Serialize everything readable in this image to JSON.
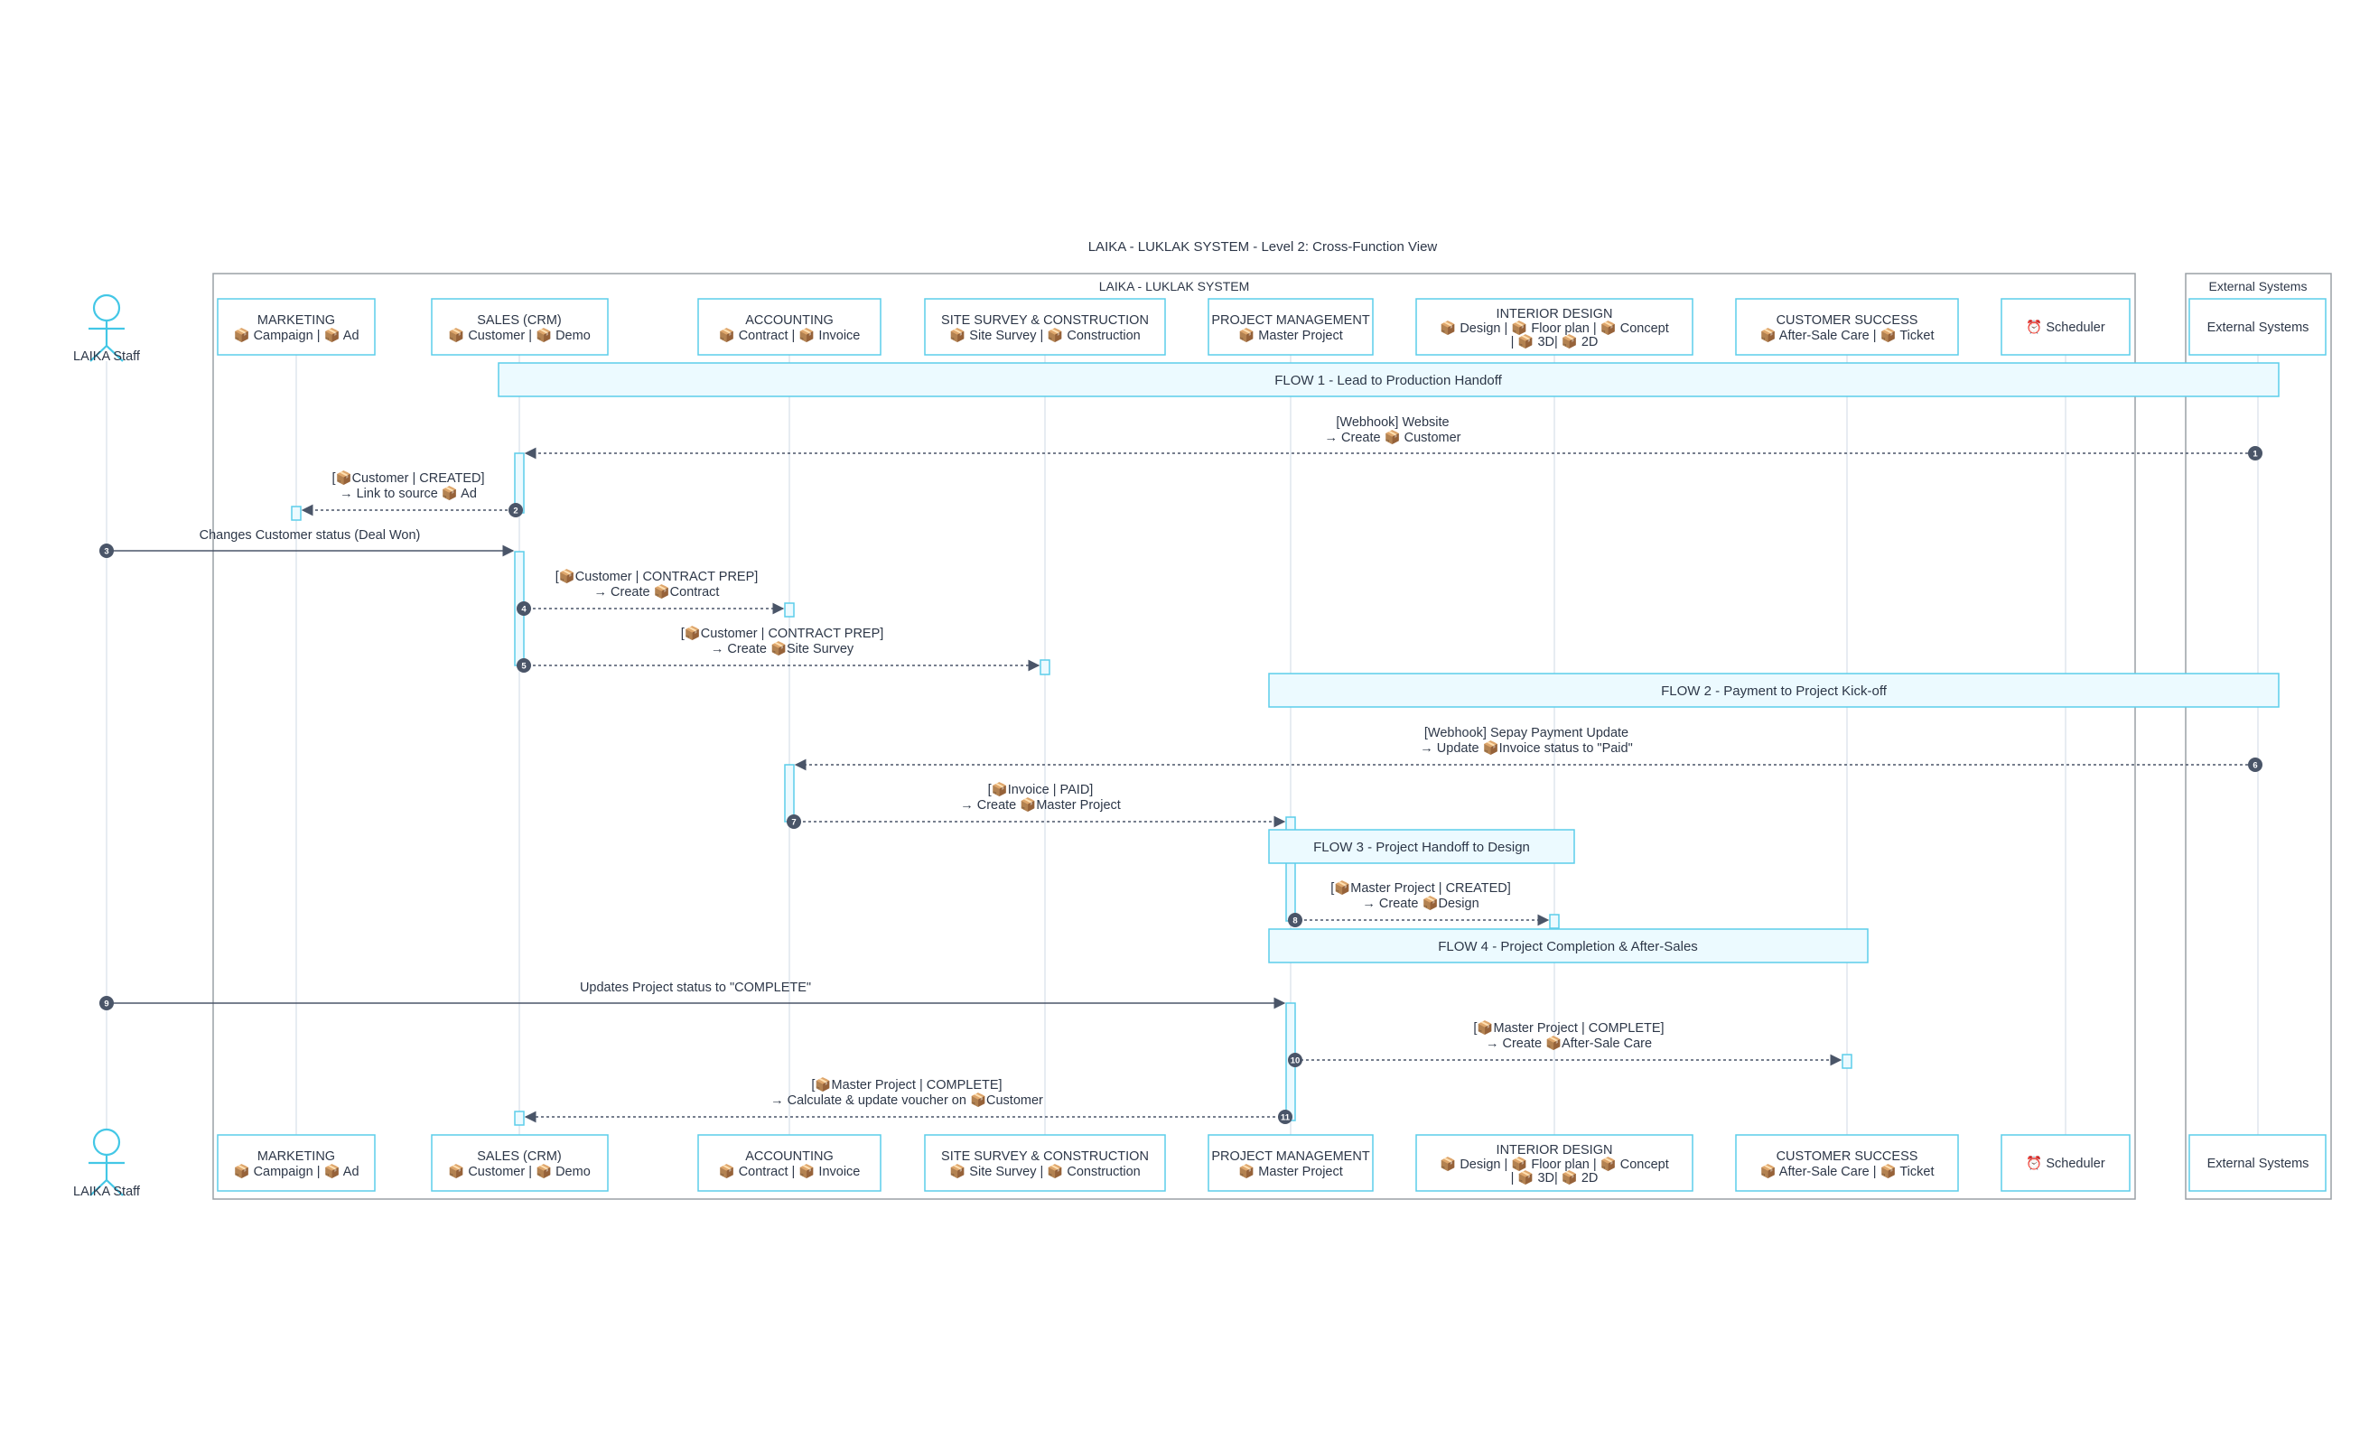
{
  "title": "LAIKA - LUKLAK SYSTEM - Level 2: Cross-Function View",
  "groups": {
    "system": "LAIKA - LUKLAK SYSTEM",
    "external": "External Systems"
  },
  "actor": {
    "label": "LAIKA Staff"
  },
  "participants": {
    "marketing": {
      "title": "MARKETING",
      "line1": "📦 Campaign | 📦 Ad"
    },
    "sales": {
      "title": "SALES (CRM)",
      "line1": "📦 Customer | 📦 Demo"
    },
    "accounting": {
      "title": "ACCOUNTING",
      "line1": "📦 Contract | 📦 Invoice"
    },
    "survey": {
      "title": "SITE SURVEY & CONSTRUCTION",
      "line1": "📦 Site Survey | 📦 Construction"
    },
    "pm": {
      "title": "PROJECT MANAGEMENT",
      "line1": "📦 Master Project"
    },
    "design": {
      "title": "INTERIOR DESIGN",
      "line1": "📦 Design | 📦 Floor plan | 📦 Concept",
      "line2": "| 📦 3D| 📦 2D"
    },
    "cs": {
      "title": "CUSTOMER SUCCESS",
      "line1": "📦 After-Sale Care | 📦 Ticket"
    },
    "scheduler": {
      "title": "⏰ Scheduler"
    },
    "external": {
      "title": "External Systems"
    }
  },
  "notes": {
    "flow1": "FLOW 1 - Lead to Production Handoff",
    "flow2": "FLOW 2 - Payment to Project Kick-off",
    "flow3": "FLOW 3 - Project Handoff to Design",
    "flow4": "FLOW 4 - Project Completion & After-Sales"
  },
  "messages": {
    "m1": {
      "seq": "1",
      "line1": "[Webhook] Website",
      "line2": "→ Create 📦 Customer"
    },
    "m2": {
      "seq": "2",
      "line1": "[📦Customer | CREATED]",
      "line2": "→ Link to source 📦 Ad"
    },
    "m3": {
      "seq": "3",
      "line1": "Changes Customer status (Deal Won)"
    },
    "m4": {
      "seq": "4",
      "line1": "[📦Customer | CONTRACT PREP]",
      "line2": "→ Create 📦Contract"
    },
    "m5": {
      "seq": "5",
      "line1": "[📦Customer | CONTRACT PREP]",
      "line2": "→ Create 📦Site Survey"
    },
    "m6": {
      "seq": "6",
      "line1": "[Webhook] Sepay Payment Update",
      "line2": "→ Update 📦Invoice status to \"Paid\""
    },
    "m7": {
      "seq": "7",
      "line1": "[📦Invoice | PAID]",
      "line2": "→ Create 📦Master Project"
    },
    "m8": {
      "seq": "8",
      "line1": "[📦Master Project | CREATED]",
      "line2": "→ Create 📦Design"
    },
    "m9": {
      "seq": "9",
      "line1": "Updates Project status to \"COMPLETE\""
    },
    "m10": {
      "seq": "10",
      "line1": "[📦Master Project | COMPLETE]",
      "line2": "→ Create 📦After-Sale Care"
    },
    "m11": {
      "seq": "11",
      "line1": "[📦Master Project | COMPLETE]",
      "line2": "→ Calculate & update voucher on 📦Customer"
    }
  },
  "colors": {
    "accent": "#5ccdea",
    "box_fill": "#ffffff",
    "note_fill": "#ecfaff",
    "line": "#4a5568",
    "text": "#2d3748",
    "group_border": "#9aa0a6"
  }
}
